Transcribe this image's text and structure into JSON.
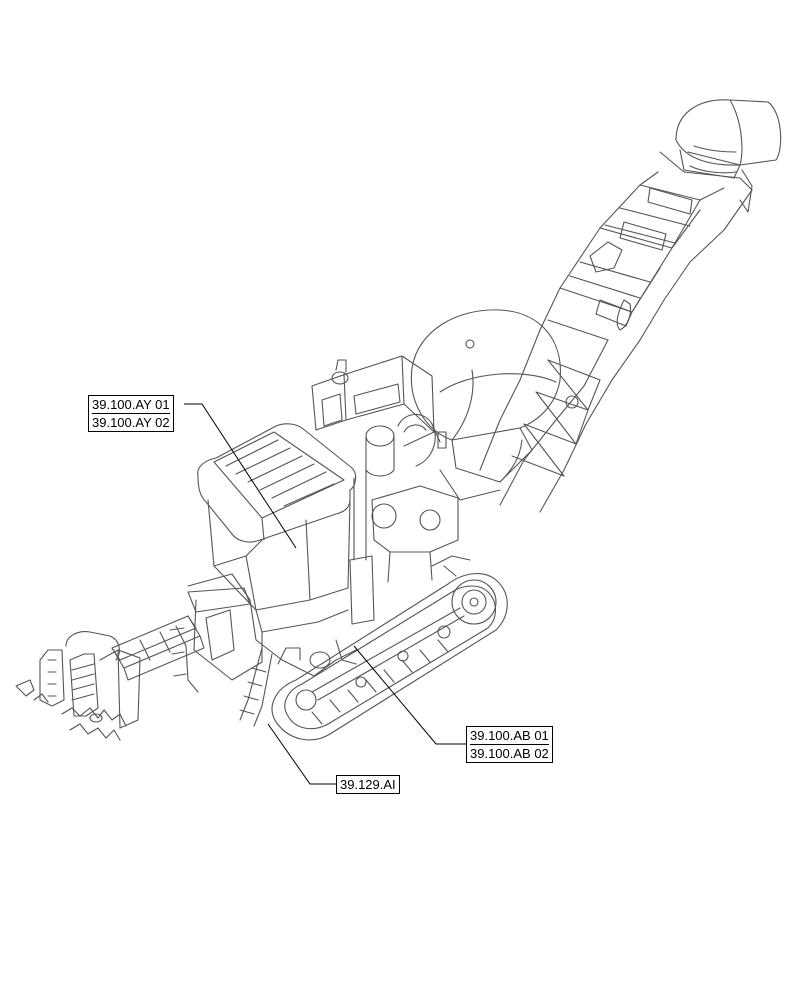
{
  "callouts": {
    "ay": {
      "line1": "39.100.AY 01",
      "line2": "39.100.AY 02"
    },
    "ab": {
      "line1": "39.100.AB 01",
      "line2": "39.100.AB 02"
    },
    "ai": {
      "line1": "39.129.AI"
    }
  },
  "colors": {
    "line": "#000000",
    "drawing": "#555555",
    "background": "#ffffff"
  }
}
